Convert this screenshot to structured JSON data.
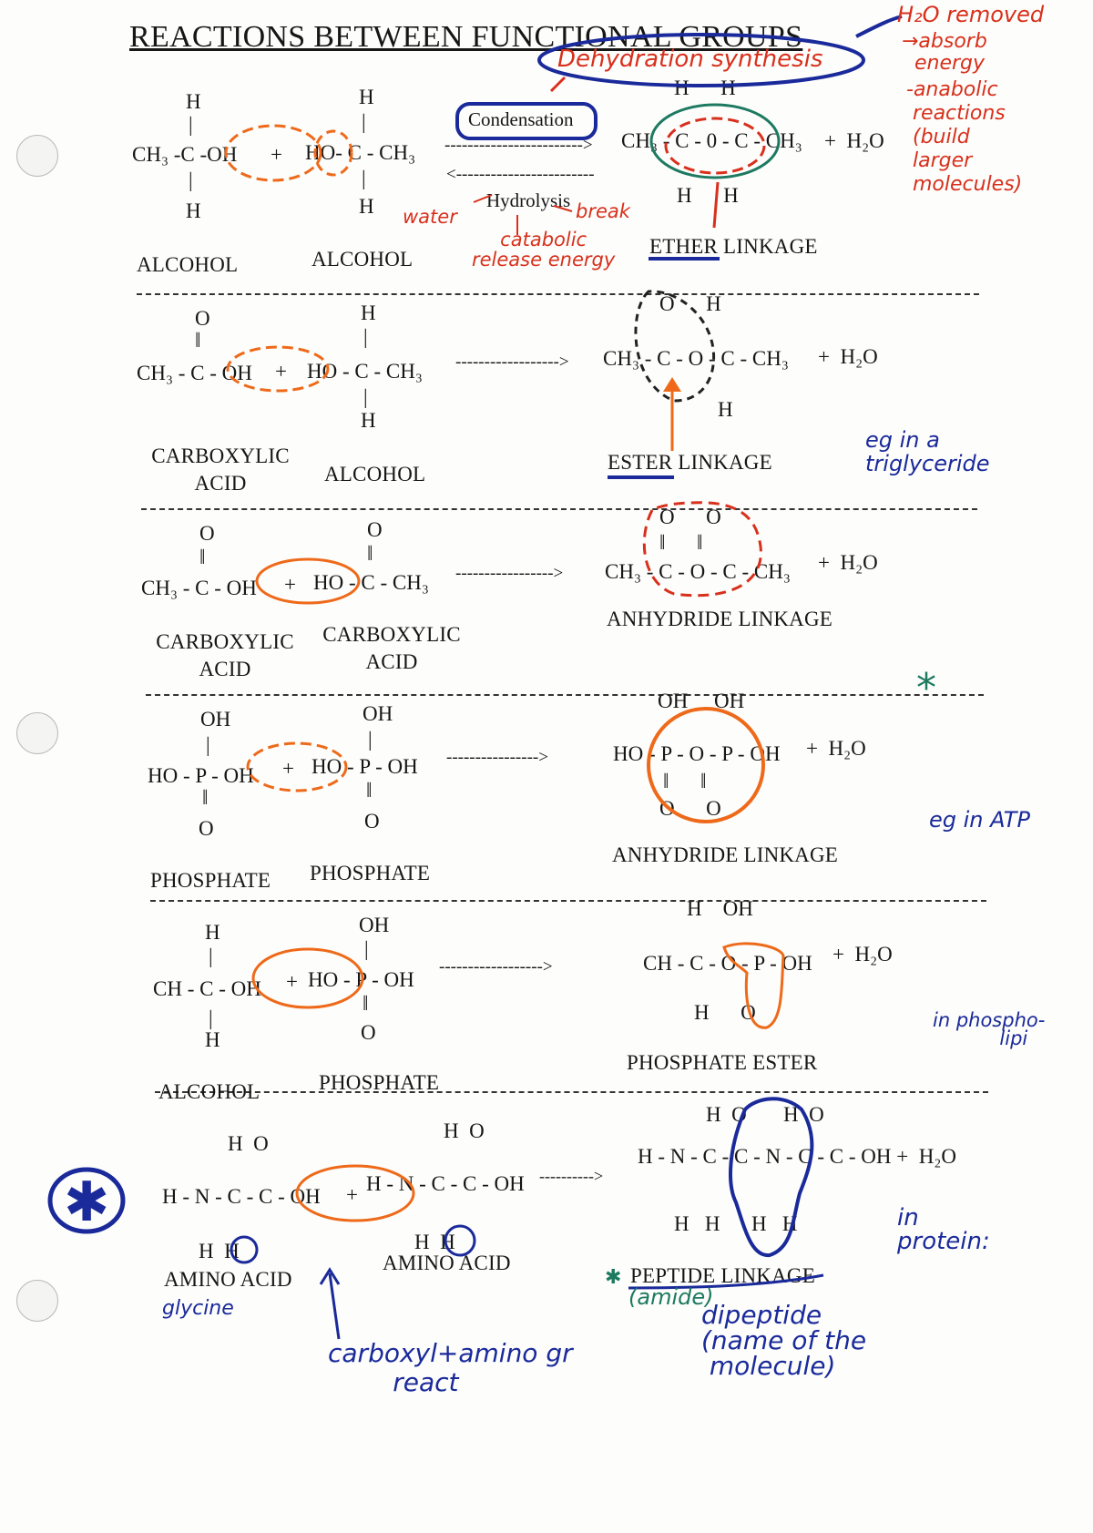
{
  "title": "REACTIONS BETWEEN FUNCTIONAL GROUPS",
  "reactions": [
    {
      "reactant1": {
        "top": "H",
        "main": "CH₃ -C -OH",
        "bottom": "H",
        "label": "ALCOHOL"
      },
      "plus": "+",
      "reactant2": {
        "top": "H",
        "main": "HO- C - CH₃",
        "bottom": "H",
        "label": "ALCOHOL"
      },
      "arrow_forward": "------------------------> ",
      "arrow_back": "<------------------------",
      "arrow_top_label": "Condensation",
      "arrow_bottom_label": "Hydrolysis",
      "product": {
        "top": "H      H",
        "main": "CH₃ - C - 0 - C - CH₃",
        "bottom": "H      H",
        "byproduct": "+  H₂O"
      },
      "linkage": "ETHER LINKAGE"
    },
    {
      "reactant1": {
        "top": "O",
        "main": "CH₃ - C - OH",
        "label": "CARBOXYLIC\nACID"
      },
      "plus": "+",
      "reactant2": {
        "top": "H",
        "main": "HO - C - CH₃",
        "bottom": "H",
        "label": "ALCOHOL"
      },
      "arrow_forward": "------------------>",
      "product": {
        "top": "O      H",
        "main": "CH₃ - C - O - C - CH₃",
        "bottom": "H",
        "byproduct": "+  H₂O"
      },
      "linkage": "ESTER LINKAGE"
    },
    {
      "reactant1": {
        "top": "O",
        "main": "CH₃ - C - OH",
        "label": "CARBOXYLIC\nACID"
      },
      "plus": "+",
      "reactant2": {
        "top": "O",
        "main": "HO - C - CH₃",
        "label": "CARBOXYLIC\nACID"
      },
      "arrow_forward": "----------------->",
      "product": {
        "top": "O      O",
        "main": "CH₃ - C - O - C - CH₃",
        "byproduct": "+  H₂O"
      },
      "linkage": "ANHYDRIDE LINKAGE"
    },
    {
      "reactant1": {
        "top": "OH",
        "main": "HO - P - OH",
        "bottom": "O",
        "label": "PHOSPHATE"
      },
      "plus": "+",
      "reactant2": {
        "top": "OH",
        "main": "HO - P - OH",
        "bottom": "O",
        "label": "PHOSPHATE"
      },
      "arrow_forward": "---------------->",
      "product": {
        "top": "OH     OH",
        "main": "HO - P - O - P - OH",
        "bottom": "O      O",
        "byproduct": "+  H₂O"
      },
      "linkage": "ANHYDRIDE LINKAGE"
    },
    {
      "reactant1": {
        "top": "H",
        "main": "CH - C - OH",
        "bottom": "H",
        "label": "ALCOHOL"
      },
      "plus": "+",
      "reactant2": {
        "top": "OH",
        "main": "HO - P - OH",
        "bottom": "O",
        "label": "PHOSPHATE"
      },
      "arrow_forward": "------------------>",
      "product": {
        "top": "H    OH",
        "main": "CH - C - O - P - OH",
        "bottom": "H      O",
        "byproduct": "+  H₂O"
      },
      "linkage": "PHOSPHATE ESTER"
    },
    {
      "reactant1": {
        "top": "H  O",
        "main": "H - N - C - C - OH",
        "bottom": "H  H",
        "label": "AMINO  ACID"
      },
      "plus": "+",
      "reactant2": {
        "top": "H  O",
        "main": "H - N - C - C - OH",
        "bottom": "H  H",
        "label": "AMINO  ACID"
      },
      "arrow_forward": "---------->",
      "product": {
        "top": "H  O       H  O",
        "main": "H - N - C - C - N - C - C - OH +  H₂O",
        "bottom": "H   H      H   H"
      },
      "linkage": "PEPTIDE LINKAGE"
    }
  ],
  "handwritten": {
    "dehydration_synthesis": "Dehydration synthesis",
    "h2o_removed": "H₂O removed",
    "absorb_energy": "→absorb\n  energy",
    "anabolic": "-anabolic\n reactions\n (build\n larger\n molecules)",
    "water": "water",
    "break": "break",
    "catabolic": "catabolic\nrelease energy",
    "eg_triglyceride": "eg in a\ntriglyceride",
    "asterisk": "*",
    "eg_atp": "eg in ATP",
    "in_phospholipid": "in phospho-\n           lipi",
    "in_protein": "in\nprotein:",
    "glycine": "glycine",
    "carboxyl_amino": "carboxyl+amino gr\n        react",
    "amide": "(amide)",
    "dipeptide": "dipeptide\n(name of the\n molecule)"
  },
  "colors": {
    "red": "#d8301c",
    "orange": "#ee6a1a",
    "blue": "#1a2a9a",
    "green": "#1d7a60"
  }
}
